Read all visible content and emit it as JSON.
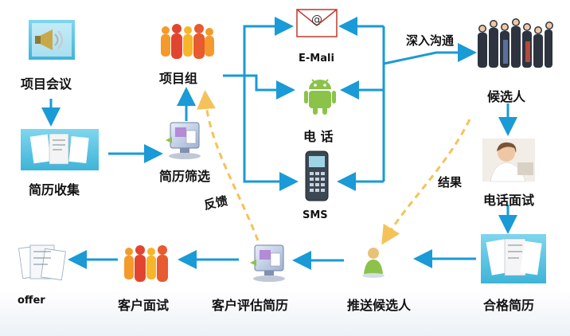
{
  "nodes": {
    "project_meeting": "项目会议",
    "resume_collect": "简历收集",
    "project_team": "项目组",
    "resume_screen": "简历筛选",
    "email": "E-Mali",
    "phone": "电 话",
    "sms": "SMS",
    "deep_comm": "深入沟通",
    "candidate": "候选人",
    "result": "结果",
    "phone_interview": "电话面试",
    "qualified_resume": "合格简历",
    "push_candidate": "推送候选人",
    "client_eval": "客户评估简历",
    "client_interview": "客户面试",
    "offer": "offer",
    "feedback": "反馈"
  },
  "icons": {
    "project_meeting": "megaphone-icon",
    "resume_collect": "documents-icon",
    "project_team": "people-group-icon",
    "resume_screen": "computer-icon",
    "email": "envelope-icon",
    "phone": "android-phone-icon",
    "sms": "mobile-phone-icon",
    "candidate": "crowd-icon",
    "phone_interview": "phone-operator-icon",
    "qualified_resume": "documents-icon",
    "push_candidate": "person-icon",
    "client_eval": "computer-icon",
    "client_interview": "people-group-icon",
    "offer": "documents-icon"
  },
  "colors": {
    "flow_arrow": "#1a9ad6",
    "feedback_arrow": "#f5c25a",
    "people_orange": "#f39a2b",
    "people_red": "#e2452f",
    "android_green": "#8bc34a",
    "doc_bg": "#5ec7e6"
  }
}
